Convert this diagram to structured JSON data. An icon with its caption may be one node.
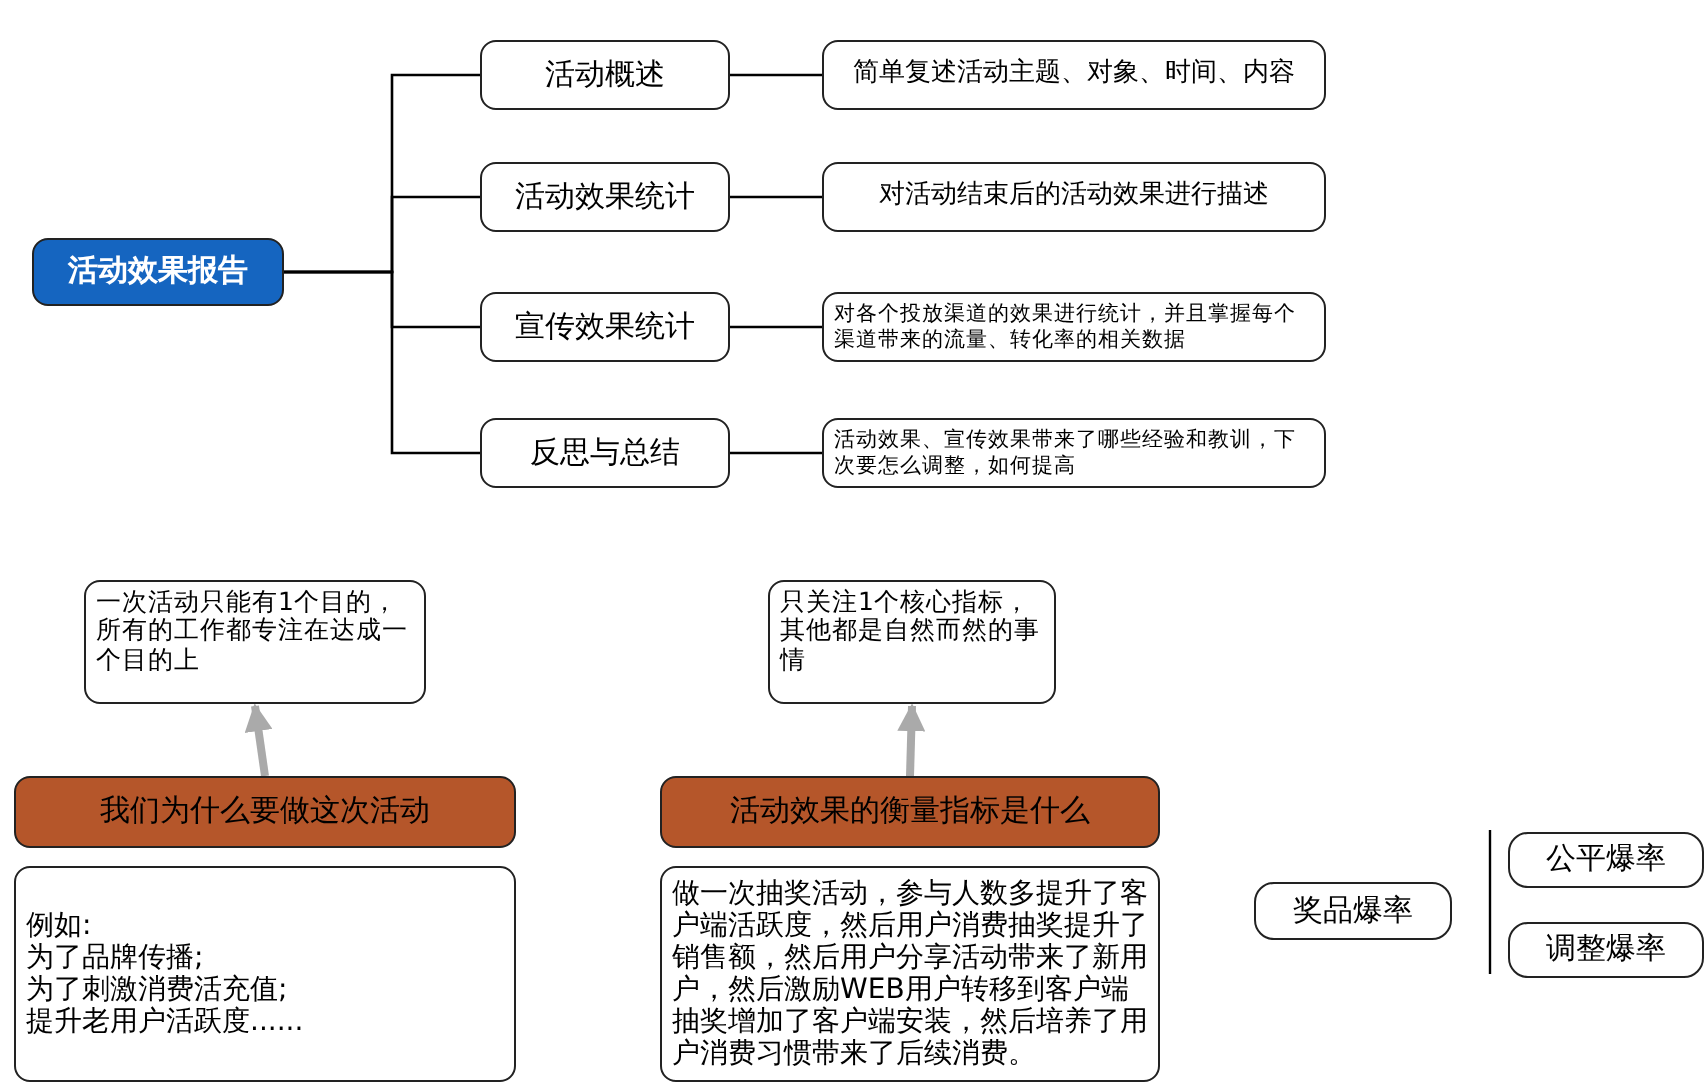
{
  "diagram": {
    "nodes": [
      {
        "text": [
          "活动效果报告"
        ]
      },
      {
        "text": [
          "活动概述"
        ]
      },
      {
        "text": [
          "活动效果统计"
        ]
      },
      {
        "text": [
          "宣传效果统计"
        ]
      },
      {
        "text": [
          "反思与总结"
        ]
      },
      {
        "text": [
          "简单复述活动主题、对象、时间、内容"
        ]
      },
      {
        "text": [
          "对活动结束后的活动效果进行描述"
        ]
      },
      {
        "text": [
          "对各个投放渠道的效果进行统计，并且掌握每个渠道带来的流量、转化率的相关数据"
        ]
      },
      {
        "text": [
          "活动效果、宣传效果带来了哪些经验和教训，下次要怎么调整，如何提高"
        ]
      },
      {
        "text": [
          "一次活动只能有1个目的，所有的工作都专注在达成一个目的上"
        ]
      },
      {
        "text": [
          "我们为什么要做这次活动"
        ]
      },
      {
        "text": [
          "例如:",
          "为了品牌传播;",
          "为了刺激消费活充值;",
          "提升老用户活跃度......"
        ]
      },
      {
        "text": [
          "只关注1个核心指标，其他都是自然而然的事情"
        ]
      },
      {
        "text": [
          "活动效果的衡量指标是什么"
        ]
      },
      {
        "text": [
          "做一次抽奖活动，参与人数多提升了客户端活跃度，然后用户消费抽奖提升了销售额，然后用户分享活动带来了新用户，然后激励WEB用户转移到客户端抽奖增加了客户端安装，然后培养了用户消费习惯带来了后续消费。"
        ]
      },
      {
        "text": [
          "奖品爆率"
        ]
      },
      {
        "text": [
          "公平爆率"
        ]
      },
      {
        "text": [
          "调整爆率"
        ]
      }
    ],
    "edges": [
      {
        "from": 0,
        "to": 1,
        "arrow": "none"
      },
      {
        "from": 0,
        "to": 2,
        "arrow": "none"
      },
      {
        "from": 0,
        "to": 3,
        "arrow": "none"
      },
      {
        "from": 0,
        "to": 4,
        "arrow": "none"
      },
      {
        "from": 1,
        "to": 5,
        "arrow": "none"
      },
      {
        "from": 2,
        "to": 6,
        "arrow": "none"
      },
      {
        "from": 3,
        "to": 7,
        "arrow": "none"
      },
      {
        "from": 4,
        "to": 8,
        "arrow": "none"
      },
      {
        "from": 10,
        "to": 9,
        "arrow": "to",
        "style": "thick",
        "color": "#aaaaaa"
      },
      {
        "from": 13,
        "to": 12,
        "arrow": "to",
        "style": "thick",
        "color": "#aaaaaa"
      }
    ]
  }
}
